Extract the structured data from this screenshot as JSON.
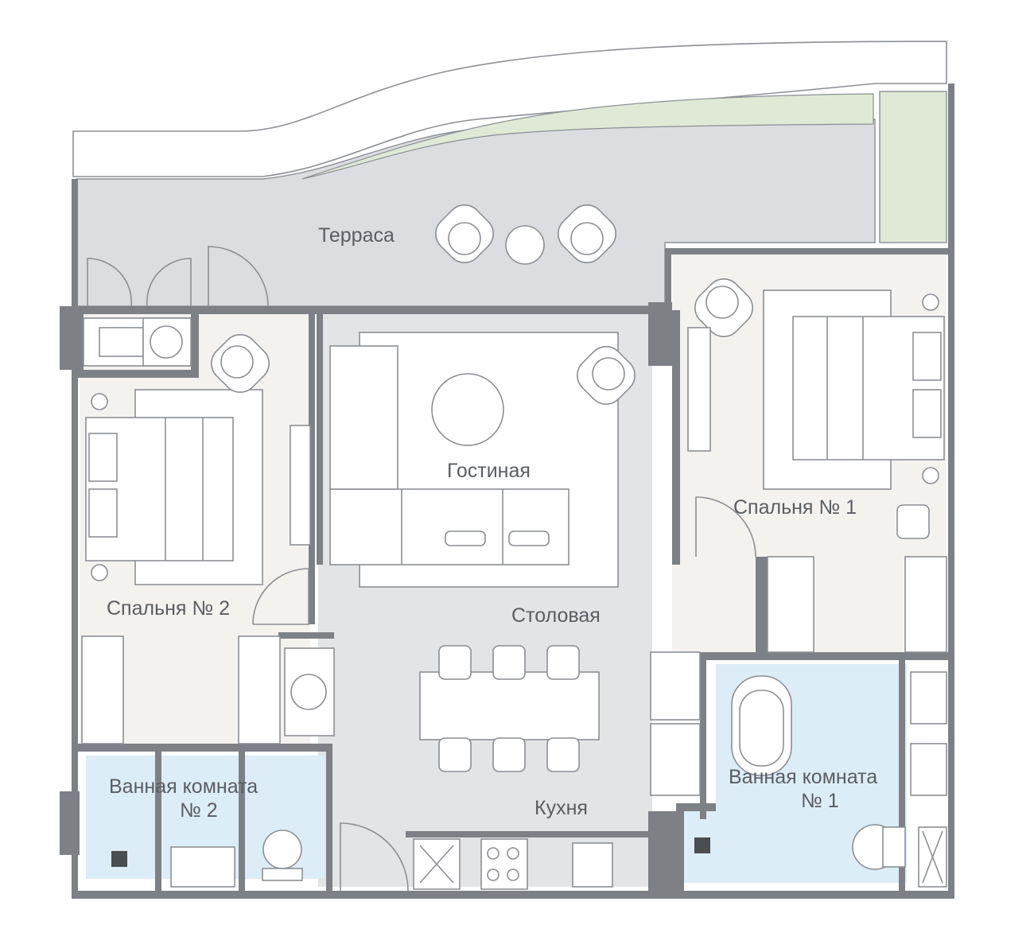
{
  "rooms": {
    "terrace": "Терраса",
    "living": "Гостиная",
    "bedroom1": "Спальня № 1",
    "bedroom2": "Спальня № 2",
    "dining": "Столовая",
    "kitchen": "Кухня",
    "bath1_line1": "Ванная комната",
    "bath1_line2": "№ 1",
    "bath2_line1": "Ванная комната",
    "bath2_line2": "№ 2"
  },
  "colors": {
    "terrace_floor": "#dcdde0",
    "interior_floor": "#f4f2ef",
    "hall_floor": "#e3e4e6",
    "bathroom_floor": "#dcedf7",
    "greenery": "#dfe9d6",
    "wall": "#7d8085"
  }
}
